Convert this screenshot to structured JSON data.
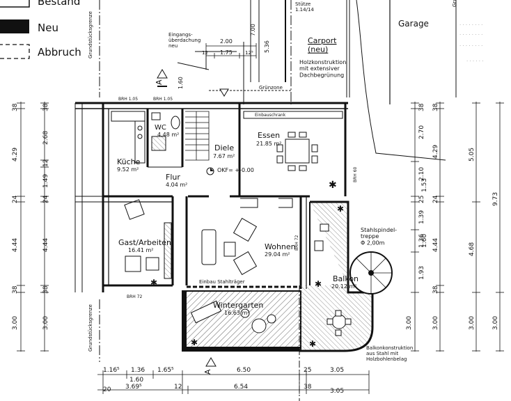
{
  "legend": {
    "existing": "Bestand",
    "new": "Neu",
    "demolition": "Abbruch"
  },
  "rooms": {
    "kitchen": {
      "name": "Küche",
      "area": "9.52 m²"
    },
    "wc": {
      "name": "WC",
      "area": "4.48 m²"
    },
    "hall": {
      "name": "Diele",
      "area": "7.67 m²"
    },
    "dining": {
      "name": "Essen",
      "area": "21.85 m²"
    },
    "corridor": {
      "name": "Flur",
      "area": "4.04 m²"
    },
    "guest": {
      "name": "Gast/Arbeiten",
      "area": "16.41 m²"
    },
    "living": {
      "name": "Wohnen",
      "area": "29.04 m²"
    },
    "balcony": {
      "name": "Balkon",
      "area": "20.12 m²"
    },
    "winter_garden": {
      "name": "Wintergarten",
      "area": "16.63 m²"
    }
  },
  "annotations": {
    "entrance_roof": "Eingangs-\nüberdachung\nneu",
    "carport_title": "Carport\n(neu)",
    "carport_note": "Holzkonstruktion\nmit extensiver\nDachbegrünung",
    "garage": "Garage",
    "green_zone": "Grünzone",
    "built_in_cabinet": "Einbauschrank",
    "steel_beam": "Einbau Stahlträger",
    "spiral_stair": "Stahlspindel-\ntreppe\nΦ 2,00m",
    "balcony_construction": "Balkonkonstruktion\naus Stahl mit\nHolzbohlenbelag",
    "floor_level": "OKF= +-0.00",
    "boundary_left": "Grundstücksgrenze",
    "boundary_left_lower": "Grundstücksgrenze",
    "boundary_right": "Grundstücksgrenze",
    "supports": "Stütze\n1.14/14",
    "brh_kitchen": "BRH 1.05",
    "brh_wc": "BRH 1.05",
    "brh_guest": "BRH 72",
    "brh_dining": "BRH 60",
    "brh_living": "BRH 72"
  },
  "dimensions": {
    "top": [
      "2.00",
      "1.75",
      "12",
      "12⁵",
      "5.36",
      "7.00",
      "1.60"
    ],
    "left_outer": [
      "38",
      "4.29",
      "24",
      "4.44",
      "38",
      "3.00"
    ],
    "left_inner": [
      "38",
      "2.68",
      "12",
      "1.49",
      "24",
      "4.44",
      "38",
      "3.00"
    ],
    "right_a": [
      "38",
      "2.70",
      "2.10",
      "25",
      "1.39",
      "1.36",
      "1.93",
      "3.00"
    ],
    "right_b": [
      "38",
      "4.29",
      "1.53",
      "24",
      "1.60",
      "4.44",
      "38",
      "3.00"
    ],
    "right_c": [
      "5.05",
      "4.68",
      "3.00"
    ],
    "right_d": [
      "9.73",
      "3.00"
    ],
    "bottom_row1": [
      "1.16⁵",
      "1.36",
      "1.65⁵",
      "6.50",
      "25",
      "3.05"
    ],
    "bottom_row2": [
      "1.60",
      "3.69⁵"
    ],
    "bottom_row3": [
      "20",
      "12",
      "6.54",
      "38",
      "3.05"
    ]
  },
  "section_markers": [
    "A",
    "A"
  ],
  "colors": {
    "line": "#111111",
    "hatch": "#555555",
    "paper": "#ffffff"
  }
}
